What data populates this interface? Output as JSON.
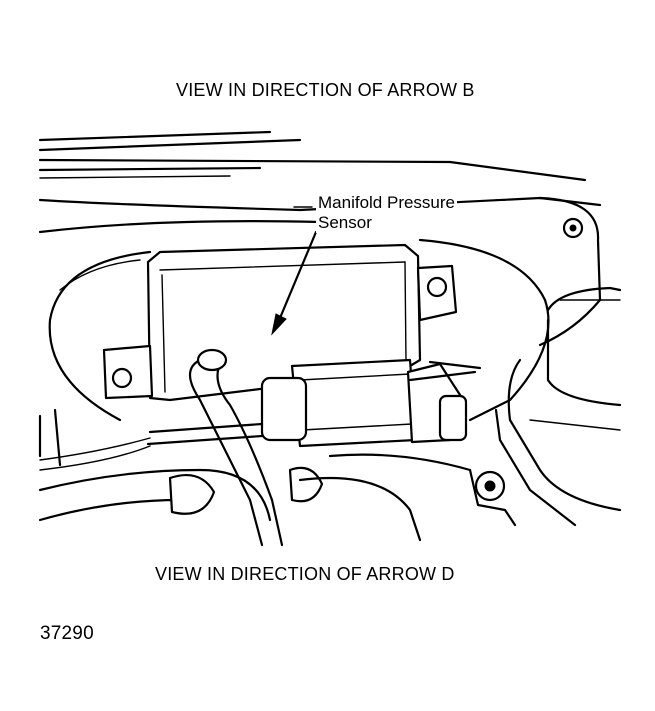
{
  "captions": {
    "top": "VIEW IN DIRECTION OF ARROW B",
    "bottom": "VIEW IN DIRECTION OF ARROW D"
  },
  "callout": {
    "line1": "Manifold Pressure",
    "line2": "Sensor"
  },
  "figure_number": "37290"
}
